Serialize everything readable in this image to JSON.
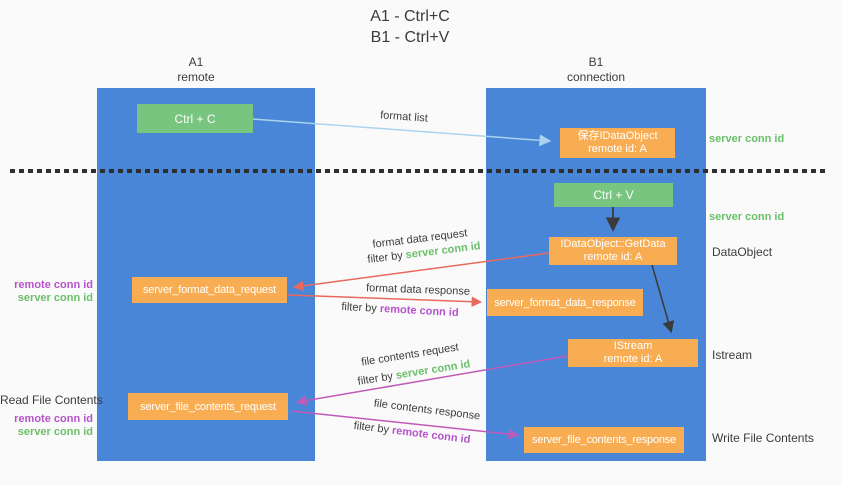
{
  "title": {
    "line1": "A1 - Ctrl+C",
    "line2": "B1 - Ctrl+V"
  },
  "columns": {
    "left": {
      "name": "A1",
      "subtitle": "remote"
    },
    "right": {
      "name": "B1",
      "subtitle": "connection"
    }
  },
  "nodes": {
    "ctrl_c": {
      "label": "Ctrl + C"
    },
    "ctrl_v": {
      "label": "Ctrl + V"
    },
    "save_idataobject": {
      "line1": "保存IDataObject",
      "line2": "remote id: A"
    },
    "getdata": {
      "line1": "IDataObject::GetData",
      "line2": "remote id: A"
    },
    "istream": {
      "line1": "IStream",
      "line2": "remote id: A"
    },
    "format_request": {
      "label": "server_format_data_request"
    },
    "format_response": {
      "label": "server_format_data_response"
    },
    "file_request": {
      "label": "server_file_contents_request"
    },
    "file_response": {
      "label": "server_file_contents_response"
    }
  },
  "flow_labels": {
    "format_list": "format list",
    "format_data_request": "format data request",
    "format_data_response": "format data response",
    "file_contents_request": "file contents request",
    "file_contents_response": "file contents response",
    "filter_by": "filter by",
    "server_conn_id": "server conn id",
    "remote_conn_id": "remote conn id"
  },
  "side_labels": {
    "right_server_conn_id_1": "server conn id",
    "right_server_conn_id_2": "server conn id",
    "dataobject": "DataObject",
    "istream": "Istream",
    "write_file_contents": "Write File Contents",
    "read_file_contents": "Read File Contents",
    "left_remote_conn_id_1": "remote conn id",
    "left_server_conn_id_1": "server conn id",
    "left_remote_conn_id_2": "remote conn id",
    "left_server_conn_id_2": "server conn id"
  },
  "colors": {
    "panel_blue": "#4a86d8",
    "box_orange": "#f9ad52",
    "box_green": "#77c57e",
    "arrow_red": "#e9695e",
    "arrow_magenta": "#c05ab8",
    "arrow_light_blue": "#a9d3ef",
    "arrow_black": "#3a3a3a",
    "text_green": "#6abf69",
    "text_purple": "#b653cc",
    "dashed_line": "#2e2e2e"
  }
}
